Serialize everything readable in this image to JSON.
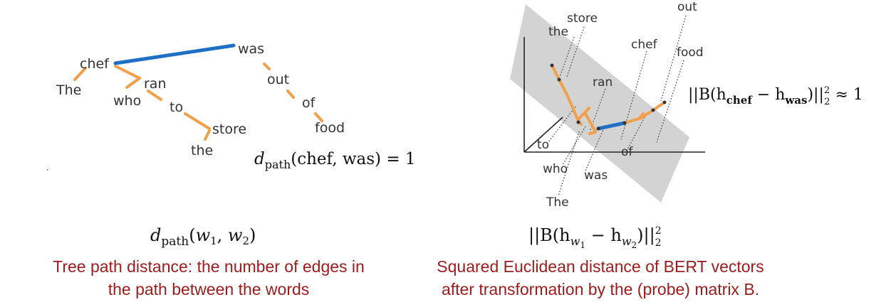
{
  "left": {
    "words": {
      "chef": "chef",
      "The": "The",
      "ran": "ran",
      "who": "who",
      "to": "to",
      "store": "store",
      "the": "the",
      "was": "was",
      "out": "out",
      "of": "of",
      "food": "food"
    },
    "formula": {
      "d": "d",
      "sub": "path",
      "args": "(chef, was) = 1"
    },
    "label": {
      "d": "d",
      "sub": "path",
      "args_open": "(",
      "w1": "w",
      "w1_sub": "1",
      "comma": ", ",
      "w2": "w",
      "w2_sub": "2",
      "args_close": ")"
    },
    "caption_line1": "Tree path distance: the number of edges in",
    "caption_line2": "the path between the words"
  },
  "right": {
    "words": {
      "out": "out",
      "store": "store",
      "the": "the",
      "chef": "chef",
      "food": "food",
      "ran": "ran",
      "to": "to",
      "of": "of",
      "who": "who",
      "was": "was",
      "The": "The"
    },
    "formula": {
      "open": "||B(h",
      "sub1": "chef",
      "minus": " − h",
      "sub2": "was",
      "close": ")||",
      "sup": "2",
      "sub3": "2",
      "tail": " ≈ 1"
    },
    "label": {
      "open": "||B(h",
      "w1": "w",
      "w1_sub": "1",
      "minus": " − h",
      "w2": "w",
      "w2_sub": "2",
      "close": ")||",
      "sup": "2",
      "sub3": "2"
    },
    "caption_line1": "Squared Euclidean distance of BERT vectors",
    "caption_line2": "after transformation by the (probe) matrix B."
  },
  "colors": {
    "tree_edge": "#f0a04b",
    "highlight_edge": "#1f6fc4",
    "plane": "#d3d3d3",
    "caption": "#9b1c1c"
  }
}
